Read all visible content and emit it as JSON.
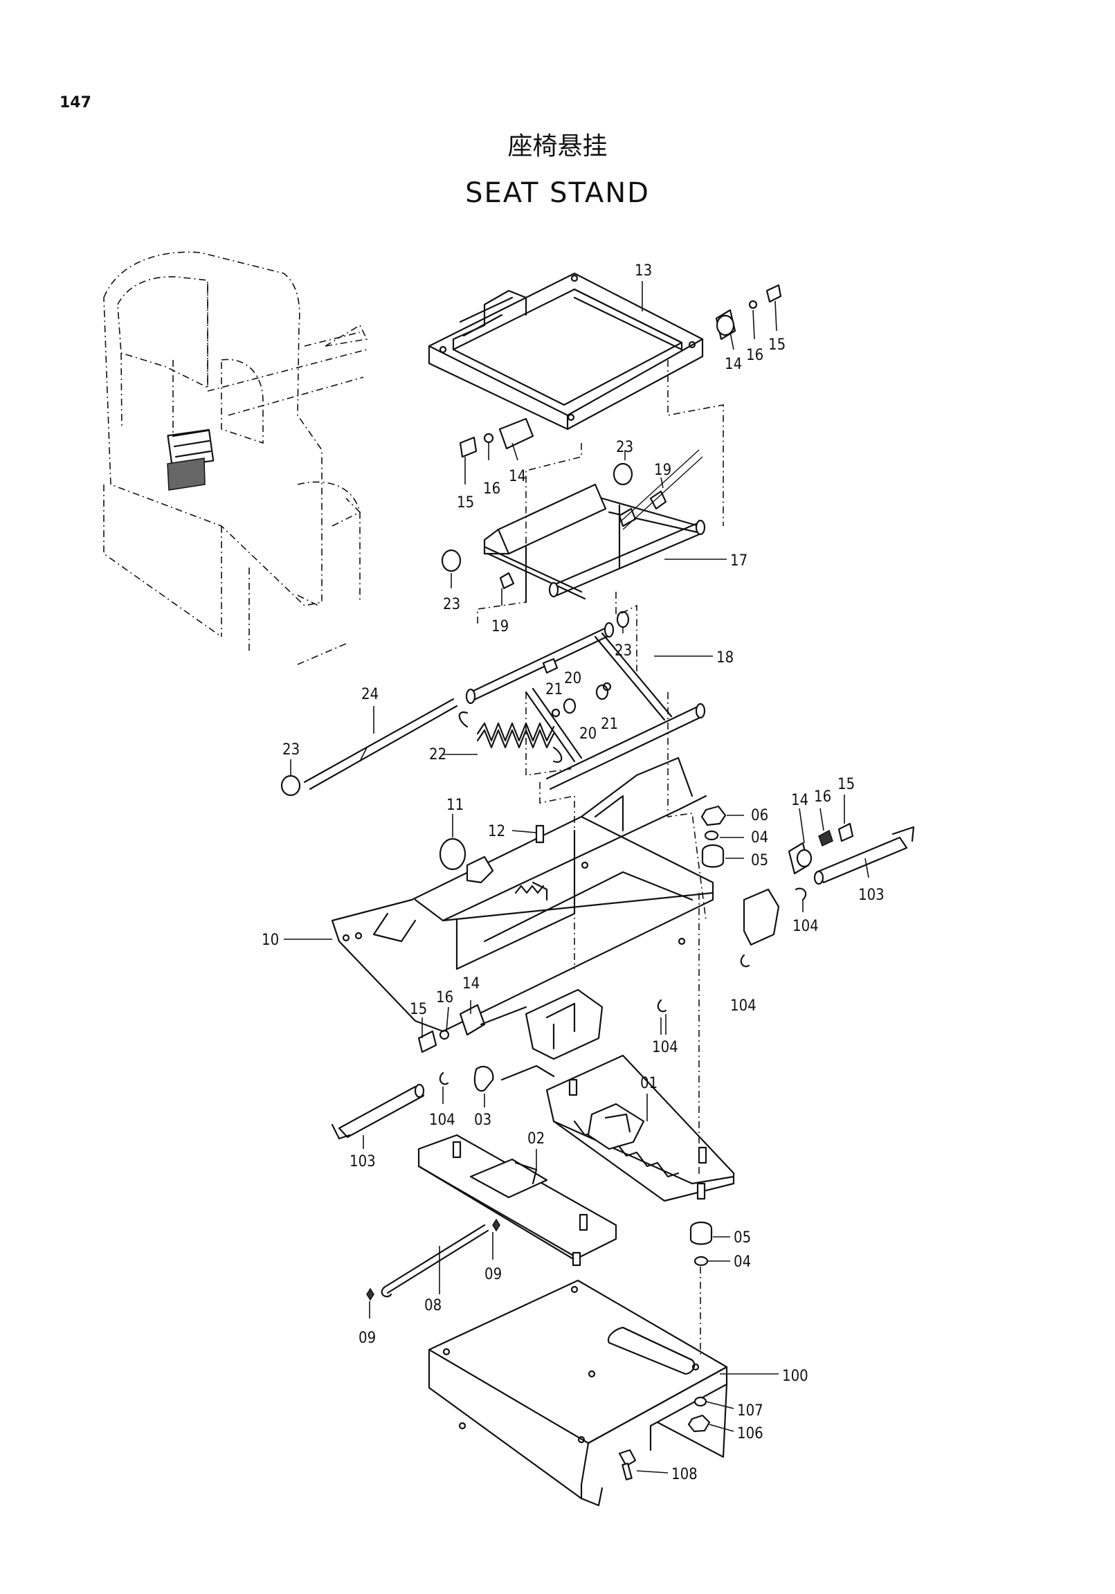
{
  "page": {
    "number": "147"
  },
  "title": {
    "cn": "座椅悬挂",
    "en": "SEAT  STAND"
  },
  "callouts": {
    "c13": "13",
    "c14a": "14",
    "c16a": "16",
    "c15a": "15",
    "c14b": "14",
    "c16b": "16",
    "c15b": "15",
    "c23a": "23",
    "c19a": "19",
    "c17": "17",
    "c23b": "23",
    "c19b": "19",
    "c23c": "23",
    "c18": "18",
    "c20a": "20",
    "c21a": "21",
    "c20b": "20",
    "c21b": "21",
    "c24": "24",
    "c23d": "23",
    "c22": "22",
    "c11": "11",
    "c12": "12",
    "c06": "06",
    "c04a": "04",
    "c05a": "05",
    "c14c": "14",
    "c16c": "16",
    "c15c": "15",
    "c103a": "103",
    "c104a": "104",
    "c10": "10",
    "c104b": "104",
    "c15d": "15",
    "c16d": "16",
    "c14d": "14",
    "c104c": "104",
    "c104d": "104",
    "c03": "03",
    "c01": "01",
    "c103b": "103",
    "c02": "02",
    "c05b": "05",
    "c04b": "04",
    "c09a": "09",
    "c08": "08",
    "c09b": "09",
    "c100": "100",
    "c107": "107",
    "c106": "106",
    "c108": "108"
  }
}
